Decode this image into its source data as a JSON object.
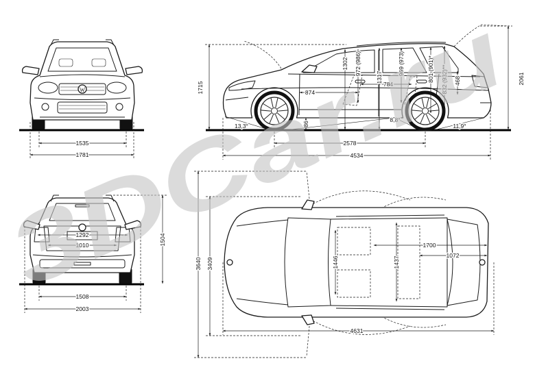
{
  "colors": {
    "ink": "#1a1a1a",
    "watermark": "#c4c4c4",
    "background": "#ffffff"
  },
  "watermark": "3DCar.ru",
  "front_view": {
    "track": "1535",
    "body_width": "1781"
  },
  "side_view": {
    "overall_height": "1715",
    "tailgate_open_height": "2061",
    "wheelbase": "2578",
    "overall_length": "4534",
    "front_legroom": "874",
    "rear_legroom": "784",
    "front_cabin_height": "1302",
    "front_headroom": "972 (986)",
    "rear_cabin_height": "1317",
    "rear_headroom": "969 (973)",
    "cargo_height_a": "801 (901)*",
    "cargo_height_b": "832 (932)**",
    "load_sill": "468",
    "ground_clearance": "86",
    "approach_angle": "13,3°",
    "ramp_angle": "8,8°",
    "departure_angle": "11,9°"
  },
  "rear_view": {
    "upper_width": "1292",
    "lower_width": "1010",
    "height": "1504",
    "track": "1508",
    "width_with_mirrors": "2003"
  },
  "top_view": {
    "outer_width": "3640",
    "inner_width": "3409",
    "cargo_length": "1700",
    "cargo_floor_length": "1072",
    "front_width": "1446",
    "rear_width": "1437",
    "length": "4631"
  }
}
